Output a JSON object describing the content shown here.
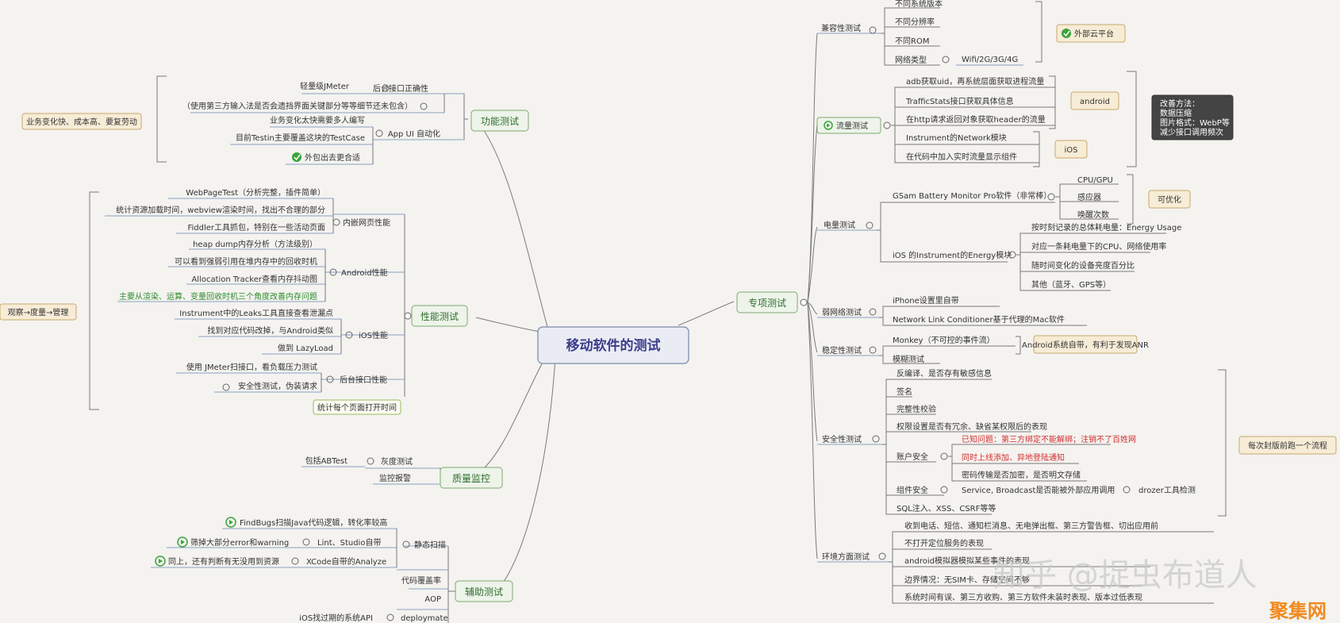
{
  "center": "移动软件的测试",
  "l_func": "功能测试",
  "func_backend": "后台接口正确性",
  "func_jmeter": "轻量级JMeter",
  "func_input": "（使用第三方输入法是否会遗挡界面关键部分等等细节还未包含）",
  "func_auto": "App UI 自动化",
  "func_auto1": "业务变化太快需要多人编写",
  "func_auto2": "目前Testin主要覆盖这块的TestCase",
  "func_outsource": "外包出去更合适",
  "func_note": "业务变化快、成本高、要复劳动",
  "l_perf": "性能测试",
  "perf_web": "内嵌网页性能",
  "perf_web1": "WebPageTest（分析完整，插件简单）",
  "perf_web2": "统计资源加载时间，webview渲染时间，找出不合理的部分",
  "perf_web3": "Fiddler工具抓包，特别在一些活动页面",
  "perf_android": "Android性能",
  "perf_and1": "heap dump内存分析（方法级别）",
  "perf_and2": "可以看到强弱引用在堆内存中的回收时机",
  "perf_and3": "Allocation Tracker查看内存抖动图",
  "perf_and4": "主要从渲染、运算、变量回收时机三个角度改善内存问题",
  "perf_ios": "iOS性能",
  "perf_ios1": "Instrument中的Leaks工具直接查看泄漏点",
  "perf_ios2": "找到对应代码改掉，与Android类似",
  "perf_ios3": "做到 LazyLoad",
  "perf_backend": "后台接口性能",
  "perf_be1": "使用 JMeter扫接口，看负载压力测试",
  "perf_be2": "安全性测试，伪装请求",
  "perf_page": "统计每个页面打开时间",
  "perf_note": "观察→度量→管理",
  "l_quality": "质量监控",
  "q_gray": "灰度测试",
  "q_ab": "包括ABTest",
  "q_alarm": "监控报警",
  "l_aux": "辅助测试",
  "aux_static": "静态扫描",
  "aux_s1": "FindBugs扫描Java代码逻辑，转化率较高",
  "aux_s2": "Lint、Studio自带",
  "aux_s2a": "筛掉大部分error和warning",
  "aux_s3": "XCode自带的Analyze",
  "aux_s3a": "同上，还有判断有无没用到资源",
  "aux_cov": "代码覆盖率",
  "aux_aop": "AOP",
  "aux_deploy": "deploymate",
  "aux_deploy_a": "iOS找过期的系统API",
  "l_special": "专项测试",
  "compat": "兼容性测试",
  "compat1": "不同系统版本",
  "compat2": "不同分辨率",
  "compat3": "不同ROM",
  "compat4": "网络类型",
  "compat4a": "Wifi/2G/3G/4G",
  "compat_cloud": "外部云平台",
  "traffic": "流量测试",
  "tr1": "adb获取uid，再系统层面获取进程流量",
  "tr2": "TrafficStats接口获取具体信息",
  "tr3": "在http请求返回对象获取header的流量",
  "tr4": "Instrument的Network模块",
  "tr5": "在代码中加入实时流量显示组件",
  "tr_android": "android",
  "tr_ios": "iOS",
  "tr_note1": "改善方法：",
  "tr_note2": "数据压缩",
  "tr_note3": "图片格式：WebP等",
  "tr_note4": "减少接口调用频次",
  "battery": "电量测试",
  "bat_gsam": "GSam Battery Monitor Pro软件（非常棒）",
  "bat_g1": "CPU/GPU",
  "bat_g2": "感应器",
  "bat_g3": "唤醒次数",
  "bat_opt": "可优化",
  "bat_ios": "iOS 的Instrument的Energy模块",
  "bat_i1": "按时刻记录的总体耗电量：Energy Usage",
  "bat_i2": "对应一条耗电量下的CPU、网络使用率",
  "bat_i3": "随时间变化的设备亮度百分比",
  "bat_i4": "其他（蓝牙、GPS等）",
  "weaknet": "弱网络测试",
  "wn1": "iPhone设置里自带",
  "wn2": "Network Link Conditioner基于代理的Mac软件",
  "stability": "稳定性测试",
  "st1": "Monkey（不可控的事件流）",
  "st2": "模糊测试",
  "st_note": "Android系统自带，有利于发现ANR",
  "security": "安全性测试",
  "sec1": "反编译、是否存有敏感信息",
  "sec2": "签名",
  "sec3": "完整性校验",
  "sec4": "权限设置是否有冗余、缺省某权限后的表现",
  "sec5": "账户安全",
  "sec5a": "已知问题：第三方绑定不能解绑；注销不了百姓网",
  "sec5b": "同时上线添加、异地登陆通知",
  "sec5c": "密码传输是否加密，是否明文存储",
  "sec6": "组件安全",
  "sec6a": "Service, Broadcast是否能被外部应用调用",
  "sec6b": "drozer工具检测",
  "sec7": "SQL注入、XSS、CSRF等等",
  "sec_note": "每次封版前跑一个流程",
  "env": "环境方面测试",
  "env1": "收到电话、短信、通知栏消息、无电弹出框、第三方警告框、切出应用前",
  "env2": "不打开定位服务的表现",
  "env3": "android模拟器模拟某些事件的表现",
  "env4": "边界情况：无SIM卡、存储空间不够",
  "env5": "系统时间有误、第三方收购、第三方软件未装时表现、版本过低表现",
  "wm_zhihu": "知乎 @捉虫布道人",
  "wm_jujing": "聚集网"
}
